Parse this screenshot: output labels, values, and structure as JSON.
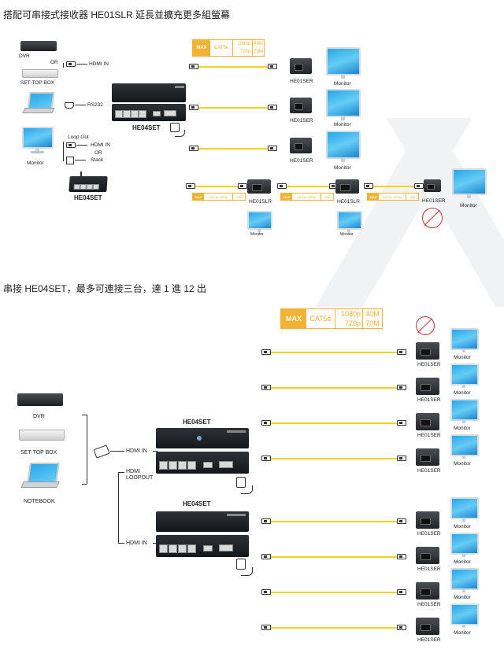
{
  "section1": {
    "heading": "搭配可串接式接收器 HE01SLR 延長並擴充更多組螢幕",
    "sources": {
      "dvr": "DVR",
      "or": "OR",
      "stb": "SET-TOP BOX",
      "monitor": "Monitor"
    },
    "connectors": {
      "hdmi_in": "HDMI IN",
      "rs232": "RS232",
      "loop_out": "Loop  Out",
      "hdmi_in2": "HDMI IN",
      "or2": "OR",
      "stack": "Stack"
    },
    "transmitter": "HE04SET",
    "transmitter2": "HE04SET",
    "receivers": [
      "HE01SER",
      "HE01SER",
      "HE01SER"
    ],
    "monitors": [
      "Monitor",
      "Monitor",
      "Monitor"
    ],
    "chain": {
      "slr1": "HE01SLR",
      "slr2": "HE01SLR",
      "ser": "HE01SER",
      "monitor_end": "Monitor",
      "monitor_a": "Monitor",
      "monitor_b": "Monitor"
    },
    "max": {
      "max": "MAX",
      "cable": "CAT5e",
      "r1": "1080p",
      "r2": "720p",
      "d1": "40M",
      "d2": "70M"
    },
    "small_max": {
      "max": "MAX",
      "cable": "CAT5e 1080p",
      "dist": "20M"
    }
  },
  "section2": {
    "heading": "串接 HE04SET，最多可連接三台，達 1 進 12 出",
    "sources": {
      "dvr": "DVR",
      "stb": "SET-TOP BOX",
      "notebook": "NOTEBOOK"
    },
    "connectors": {
      "hdmi_in": "HDMI IN",
      "hdmi": "HDMI",
      "loopout": "LOOPOUT",
      "hdmi_in2": "HDMI IN"
    },
    "transmitters": [
      "HE04SET",
      "HE04SET"
    ],
    "max": {
      "max": "MAX",
      "cable": "CAT5e",
      "r1": "1080p",
      "r2": "720p",
      "d1": "40M",
      "d2": "70M"
    },
    "receivers": [
      "HE01SER",
      "HE01SER",
      "HE01SER",
      "HE01SER",
      "HE01SER",
      "HE01SER",
      "HE01SER",
      "HE01SER"
    ],
    "monitors": [
      "Monitor",
      "Monitor",
      "Monitor",
      "Monitor",
      "Monitor",
      "Monitor",
      "Monitor",
      "Monitor"
    ]
  }
}
